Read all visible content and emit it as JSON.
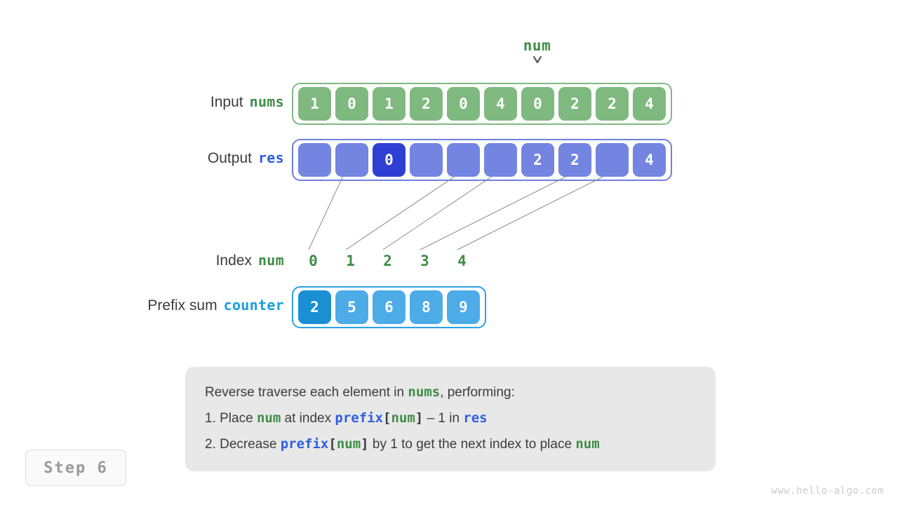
{
  "pointer": {
    "label": "num",
    "arrow_icon": "chevron-down-icon",
    "target_index": 6
  },
  "rows": {
    "input": {
      "label": "Input",
      "var": "nums",
      "values": [
        "1",
        "0",
        "1",
        "2",
        "0",
        "4",
        "0",
        "2",
        "2",
        "4"
      ]
    },
    "output": {
      "label": "Output",
      "var": "res",
      "values": [
        "",
        "",
        "0",
        "",
        "",
        "",
        "2",
        "2",
        "",
        "4"
      ],
      "highlight_index": 2
    },
    "index": {
      "label": "Index",
      "var": "num",
      "values": [
        "0",
        "1",
        "2",
        "3",
        "4"
      ]
    },
    "prefix": {
      "label": "Prefix sum",
      "var": "counter",
      "values": [
        "2",
        "5",
        "6",
        "8",
        "9"
      ],
      "highlight_index": 0
    }
  },
  "connectors": [
    {
      "from_index": 0,
      "to_res_cell": 1
    },
    {
      "from_index": 1,
      "to_res_cell": 4
    },
    {
      "from_index": 2,
      "to_res_cell": 5
    },
    {
      "from_index": 3,
      "to_res_cell": 7
    },
    {
      "from_index": 4,
      "to_res_cell": 8
    }
  ],
  "caption": {
    "line1": {
      "t1": "Reverse traverse each element in ",
      "k1": "nums",
      "t2": ", performing:"
    },
    "line2": {
      "t1": "1. Place ",
      "k1": "num",
      "t2": " at index ",
      "k2": "prefix",
      "b1": "[",
      "k3": "num",
      "b2": "]",
      "t3": " – 1 in ",
      "k4": "res"
    },
    "line3": {
      "t1": "2. Decrease ",
      "k1": "prefix",
      "b1": "[",
      "k2": "num",
      "b2": "]",
      "t2": " by 1 to get the next index to place ",
      "k3": "num"
    }
  },
  "step_badge": "Step 6",
  "watermark": "www.hello-algo.com",
  "colors": {
    "green": "#7fb980",
    "green_text": "#3f8d46",
    "blue": "#7385e0",
    "blue_highlight": "#2f3fd4",
    "blue_text": "#2f5fe0",
    "cyan": "#4dabe8",
    "cyan_highlight": "#1b8fd4",
    "cyan_text": "#1b9de0",
    "caption_bg": "#e8e8e8",
    "text": "#3c3c3c"
  }
}
